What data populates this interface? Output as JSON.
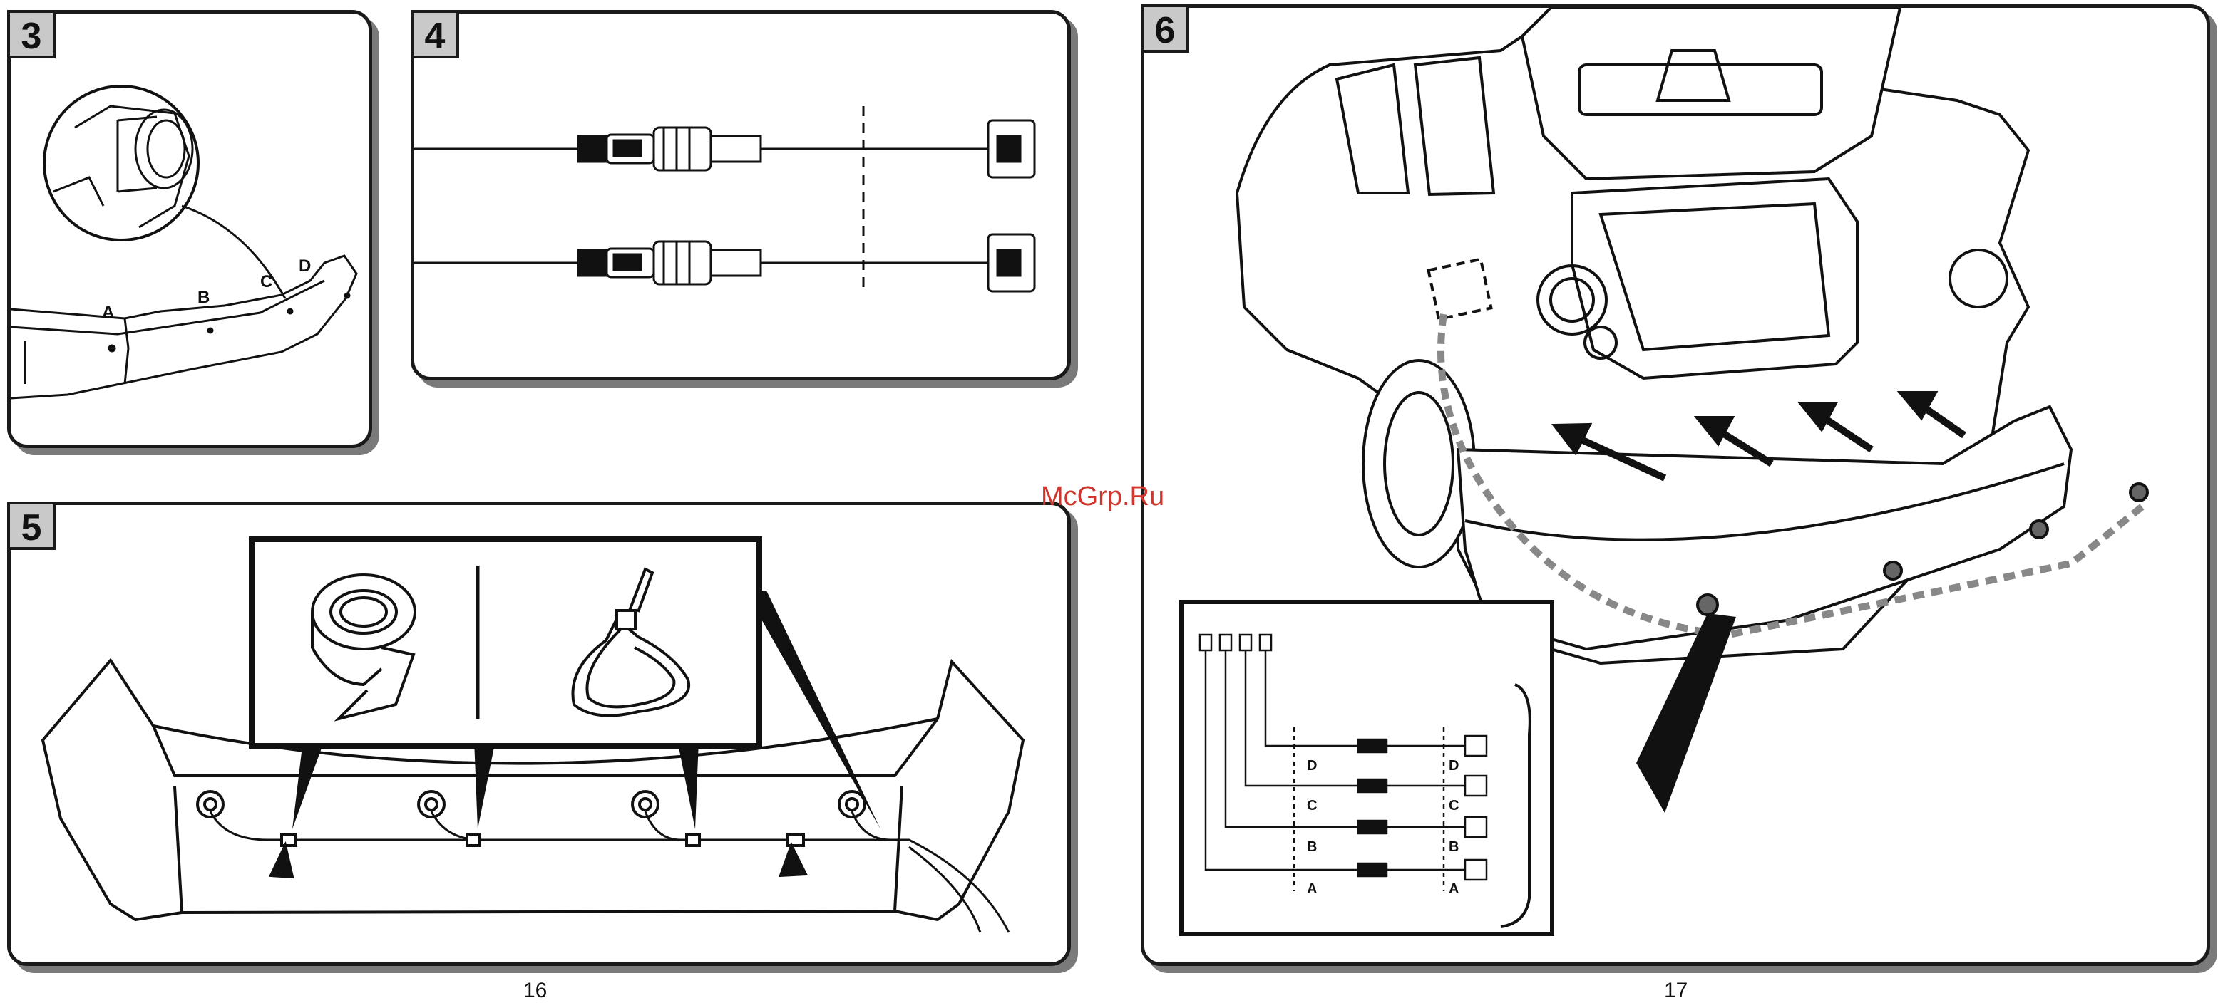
{
  "watermark": "McGrp.Ru",
  "pages": {
    "left": "16",
    "right": "17"
  },
  "panels": {
    "p3": {
      "step": "3",
      "labels": [
        "A",
        "B",
        "C",
        "D"
      ]
    },
    "p4": {
      "step": "4"
    },
    "p5": {
      "step": "5"
    },
    "p6": {
      "step": "6",
      "labels_left": [
        "D",
        "C",
        "B",
        "A"
      ],
      "labels_right": [
        "D",
        "C",
        "B",
        "A"
      ]
    }
  }
}
